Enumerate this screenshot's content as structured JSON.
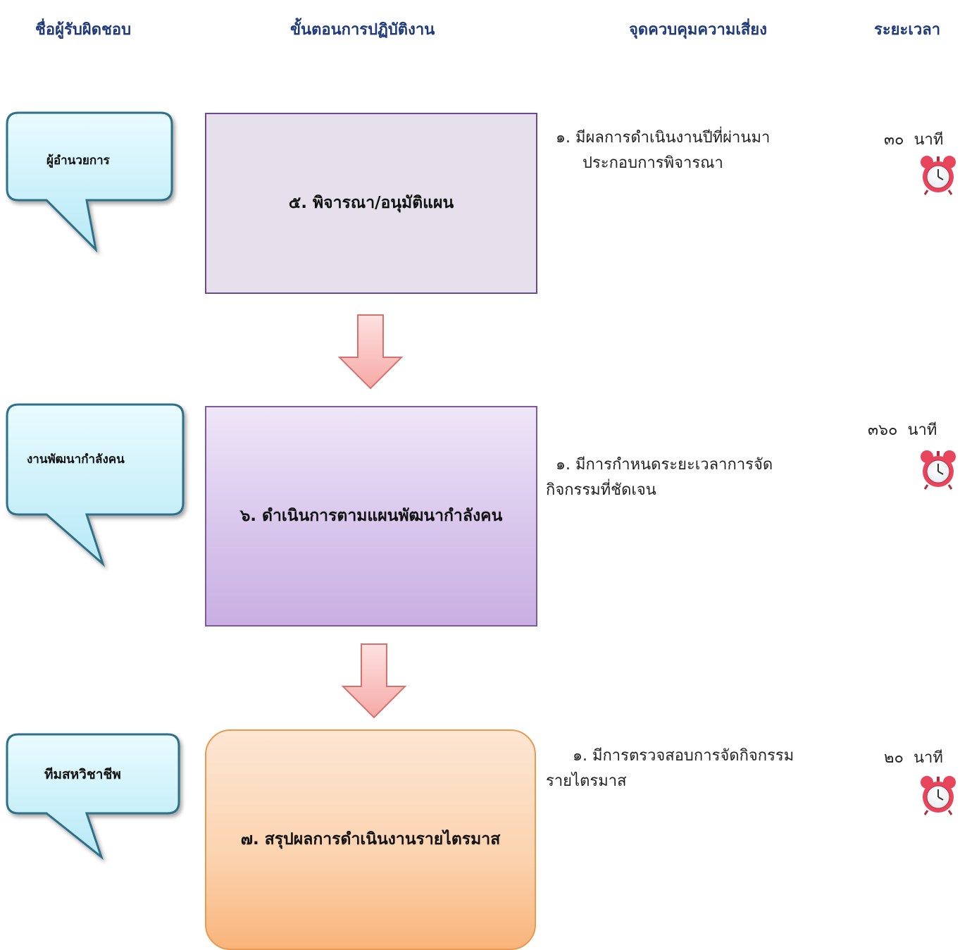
{
  "headers": {
    "responsible": "ชื่อผู้รับผิดชอบ",
    "steps": "ขั้นตอนการปฏิบัติงาน",
    "risk_control": "จุดควบคุมความเสี่ยง",
    "duration": "ระยะเวลา"
  },
  "rows": [
    {
      "responsible": "ผู้อำนวยการ",
      "step": "๕. พิจารณา/อนุมัติแผน",
      "control_line1": "๑. มีผลการดำเนินงานปีที่ผ่านมา",
      "control_line2": "ประกอบการพิจารณา",
      "duration_value": "๓๐",
      "duration_unit": "นาที",
      "clock_icon": "alarm-clock-icon"
    },
    {
      "responsible": "งานพัฒนากำลังคน",
      "step": "๖. ดำเนินการตามแผนพัฒนากำลังคน",
      "control_line1": "๑. มีการกำหนดระยะเวลาการจัด",
      "control_line2": "กิจกรรมที่ชัดเจน",
      "duration_value": "๓๖๐",
      "duration_unit": "นาที",
      "clock_icon": "alarm-clock-icon"
    },
    {
      "responsible": "ทีมสหวิชาชีพ",
      "step": "๗. สรุปผลการดำเนินงานรายไตรมาส",
      "control_line1": "๑. มีการตรวจสอบการจัดกิจกรรม",
      "control_line2": "รายไตรมาส",
      "duration_value": "๒๐",
      "duration_unit": "นาที",
      "clock_icon": "alarm-clock-icon"
    }
  ],
  "colors": {
    "header_text": "#1f3a7a",
    "callout_fill": "#c8f1fa",
    "callout_border": "#2f6f8a",
    "step5_fill": "#e6e0ec",
    "step6_fill": "#d8c6ec",
    "step7_fill": "#fbd2ad",
    "arrow_fill": "#f7b7b5",
    "arrow_border": "#d9706c",
    "clock": "#e8445c"
  }
}
